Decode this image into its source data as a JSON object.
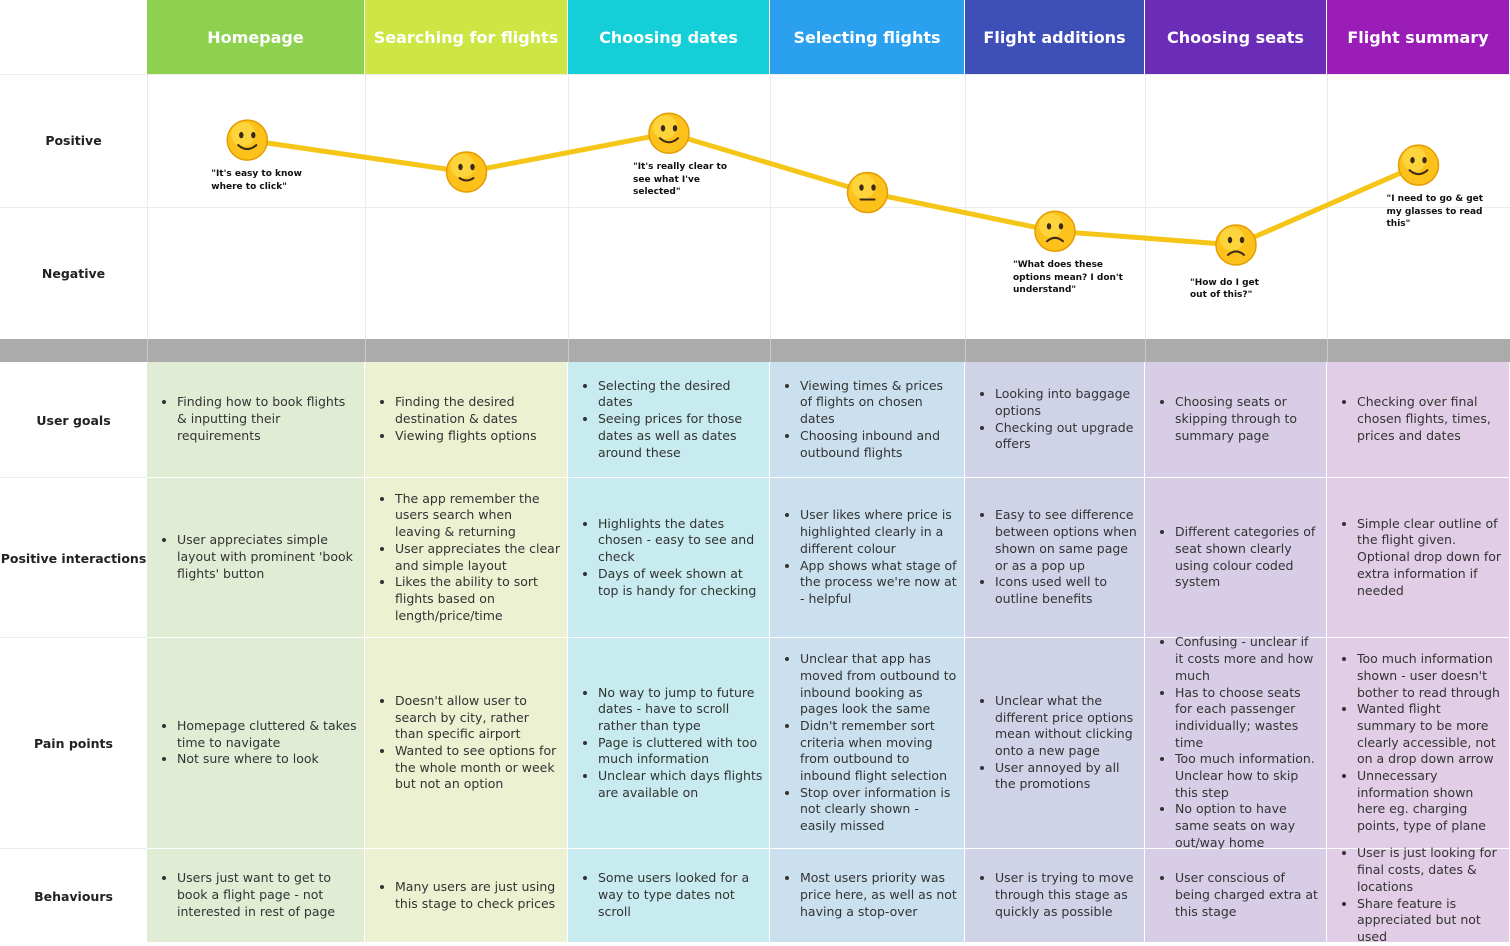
{
  "stages": [
    {
      "name": "Homepage",
      "color": "#8dd14f",
      "tint": "#e1ecd5"
    },
    {
      "name": "Searching for flights",
      "color": "#cde643",
      "tint": "#ecf1d2"
    },
    {
      "name": "Choosing dates",
      "color": "#14ced8",
      "tint": "#c7ebee"
    },
    {
      "name": "Selecting flights",
      "color": "#2aa0ee",
      "tint": "#cbe0ef"
    },
    {
      "name": "Flight additions",
      "color": "#3f4fb8",
      "tint": "#d0d2e8"
    },
    {
      "name": "Choosing seats",
      "color": "#6b2cb8",
      "tint": "#d8cde6"
    },
    {
      "name": "Flight summary",
      "color": "#9a1db8",
      "tint": "#e1cde6"
    }
  ],
  "emotion_labels": {
    "positive": "Positive",
    "negative": "Negative"
  },
  "sentiment": {
    "scale": "1 = most negative, 10 = most positive",
    "values": [
      8.9,
      7.5,
      9.2,
      6.6,
      4.9,
      4.3,
      7.8
    ],
    "faces": [
      "happy",
      "neutral-smile",
      "happy",
      "neutral",
      "sad",
      "sad",
      "happy"
    ],
    "line_color": "#f5c518"
  },
  "quotes": [
    "\"It's easy to know where to click\"",
    "",
    "\"It's really clear to see what I've selected\"",
    "",
    "\"What does these options mean? I don't understand\"",
    "\"How do I get out of this?\"",
    "\"I need to go & get my glasses to read this\""
  ],
  "rows": [
    {
      "label": "User goals",
      "cells": [
        [
          "Finding how to book flights & inputting their requirements"
        ],
        [
          "Finding the desired destination & dates",
          "Viewing flights options"
        ],
        [
          "Selecting the desired dates",
          "Seeing prices for those dates as well as dates around these"
        ],
        [
          "Viewing times & prices of flights on chosen dates",
          "Choosing inbound and outbound flights"
        ],
        [
          "Looking into baggage options",
          "Checking out upgrade offers"
        ],
        [
          "Choosing seats or skipping through to summary page"
        ],
        [
          "Checking over final chosen flights, times, prices and dates"
        ]
      ]
    },
    {
      "label": "Positive interactions",
      "cells": [
        [
          "User appreciates simple layout with prominent 'book flights' button"
        ],
        [
          "The app remember the users search when leaving & returning",
          "User appreciates the clear and simple layout",
          "Likes the ability to sort flights based on length/price/time"
        ],
        [
          "Highlights the dates chosen - easy to see and check",
          "Days of week shown at top is handy for checking"
        ],
        [
          "User likes where price is highlighted clearly in a different colour",
          "App shows what stage of the process we're now at - helpful"
        ],
        [
          "Easy to see difference between options when shown on same page or as a pop up",
          "Icons used well to outline benefits"
        ],
        [
          "Different categories of seat shown clearly using colour coded system"
        ],
        [
          "Simple clear outline of the flight given. Optional drop down for extra information if needed"
        ]
      ]
    },
    {
      "label": "Pain points",
      "cells": [
        [
          "Homepage cluttered & takes time to navigate",
          "Not sure where to look"
        ],
        [
          "Doesn't allow user to search by city, rather than specific airport",
          "Wanted to see options for the whole month or week but not an option"
        ],
        [
          "No way to jump to future dates - have to scroll rather than type",
          "Page is cluttered with too much information",
          "Unclear which days flights are available on"
        ],
        [
          "Unclear that app has moved from outbound to inbound booking as pages look the same",
          "Didn't remember sort criteria when moving from outbound to inbound flight selection",
          "Stop over information is not clearly shown - easily missed"
        ],
        [
          "Unclear what the different price options mean without clicking onto a new page",
          "User annoyed by all the promotions"
        ],
        [
          "Confusing - unclear if it costs more and how much",
          "Has to choose seats for each passenger individually; wastes time",
          "Too much information. Unclear how to skip this step",
          "No option to have same seats on way out/way home"
        ],
        [
          "Too much information shown - user doesn't bother to read through",
          "Wanted flight summary to be more clearly accessible, not on a drop down arrow",
          "Unnecessary information shown here eg. charging points, type of plane"
        ]
      ]
    },
    {
      "label": "Behaviours",
      "cells": [
        [
          "Users just want to get to book a flight page - not interested in rest of page"
        ],
        [
          "Many users are just using this stage to check prices"
        ],
        [
          "Some users looked for a way to type dates not scroll"
        ],
        [
          "Most users priority was price here, as well as not having a stop-over"
        ],
        [
          "User is trying to move through this stage as quickly as possible"
        ],
        [
          "User conscious of being charged extra at this stage"
        ],
        [
          "User is just looking for final costs, dates & locations",
          "Share feature is appreciated but not used"
        ]
      ]
    }
  ]
}
